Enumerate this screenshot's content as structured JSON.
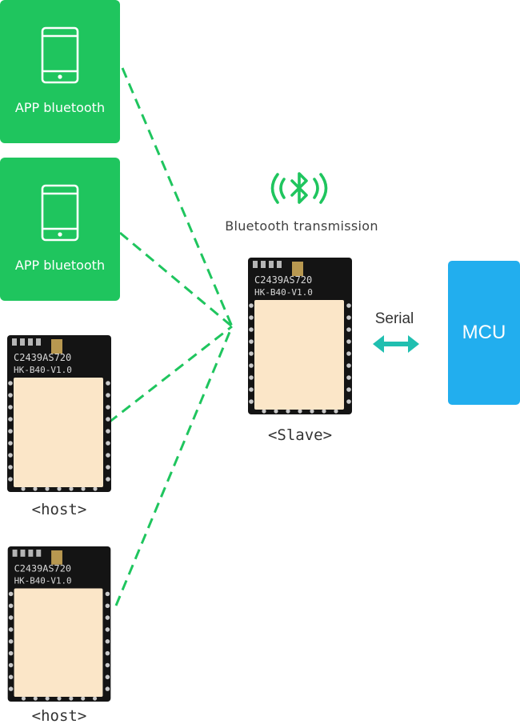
{
  "apps": [
    {
      "label": "APP bluetooth"
    },
    {
      "label": "APP bluetooth"
    }
  ],
  "hosts": [
    {
      "label": "<host>",
      "chip_text_1": "C2439AS720",
      "chip_text_2": "HK-B40-V1.0"
    },
    {
      "label": "<host>",
      "chip_text_1": "C2439AS720",
      "chip_text_2": "HK-B40-V1.0"
    }
  ],
  "slave": {
    "label": "<Slave>",
    "chip_text_1": "C2439AS720",
    "chip_text_2": "HK-B40-V1.0"
  },
  "bluetooth": {
    "label": "Bluetooth transmission",
    "icon": "bluetooth-icon"
  },
  "serial": {
    "label": "Serial"
  },
  "mcu": {
    "label": "MCU"
  },
  "colors": {
    "app_green": "#1fc55e",
    "link_green": "#1fc55e",
    "arrow_teal": "#20bfb0",
    "mcu_blue": "#22aeee",
    "module_dark": "#141414",
    "shield": "#fbe6c8"
  }
}
